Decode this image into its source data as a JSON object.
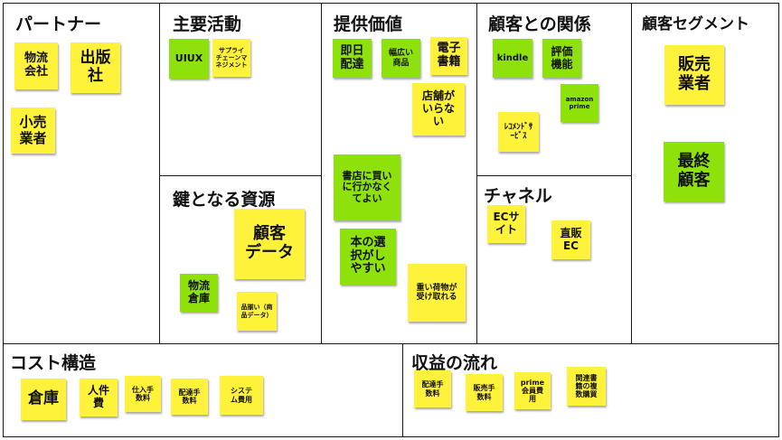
{
  "colors": {
    "yellow": "#fff23a",
    "green": "#8fe10b",
    "border": "#1a1a1a"
  },
  "sections": {
    "partners": "パートナー",
    "activities": "主要活動",
    "resources": "鍵となる資源",
    "value": "提供価値",
    "relationships": "顧客との関係",
    "channels": "チャネル",
    "segments": "顧客セグメント",
    "cost": "コスト構造",
    "revenue": "収益の流れ"
  },
  "notes": {
    "partners_1": "物流\n会社",
    "partners_2": "出版\n社",
    "partners_3": "小売\n業者",
    "activities_1": "UIUX",
    "activities_2": "サプライ\nチェーンマ\nネジメント",
    "resources_1": "顧客\nデータ",
    "resources_2": "物流\n倉庫",
    "resources_3": "品揃い（商\n品データ）",
    "value_1": "即日\n配達",
    "value_2": "幅広い\n商品",
    "value_3": "電子\n書籍",
    "value_4": "店舗が\nいらな\nい",
    "value_5": "書店に買い\nに行かなく\nてよい",
    "value_6": "本の選\n択がし\nやすい",
    "value_7": "重い荷物が\n受け取れる",
    "relationships_1": "kindle",
    "relationships_2": "評価\n機能",
    "relationships_3": "amazon\nprime",
    "relationships_4": "ﾚｺﾒﾝﾄﾞｻ\nｰﾋﾞｽ",
    "channels_1": "ECサ\nイト",
    "channels_2": "直販\nEC",
    "segments_1": "販売\n業者",
    "segments_2": "最終\n顧客",
    "cost_1": "倉庫",
    "cost_2": "人件\n費",
    "cost_3": "仕入手\n数料",
    "cost_4": "配達手\n数料",
    "cost_5": "システ\nム費用",
    "revenue_1": "配達手\n数料",
    "revenue_2": "販売手\n数料",
    "revenue_3": "prime\n会員費\n用",
    "revenue_4": "関連書\n籍の複\n数購買"
  }
}
